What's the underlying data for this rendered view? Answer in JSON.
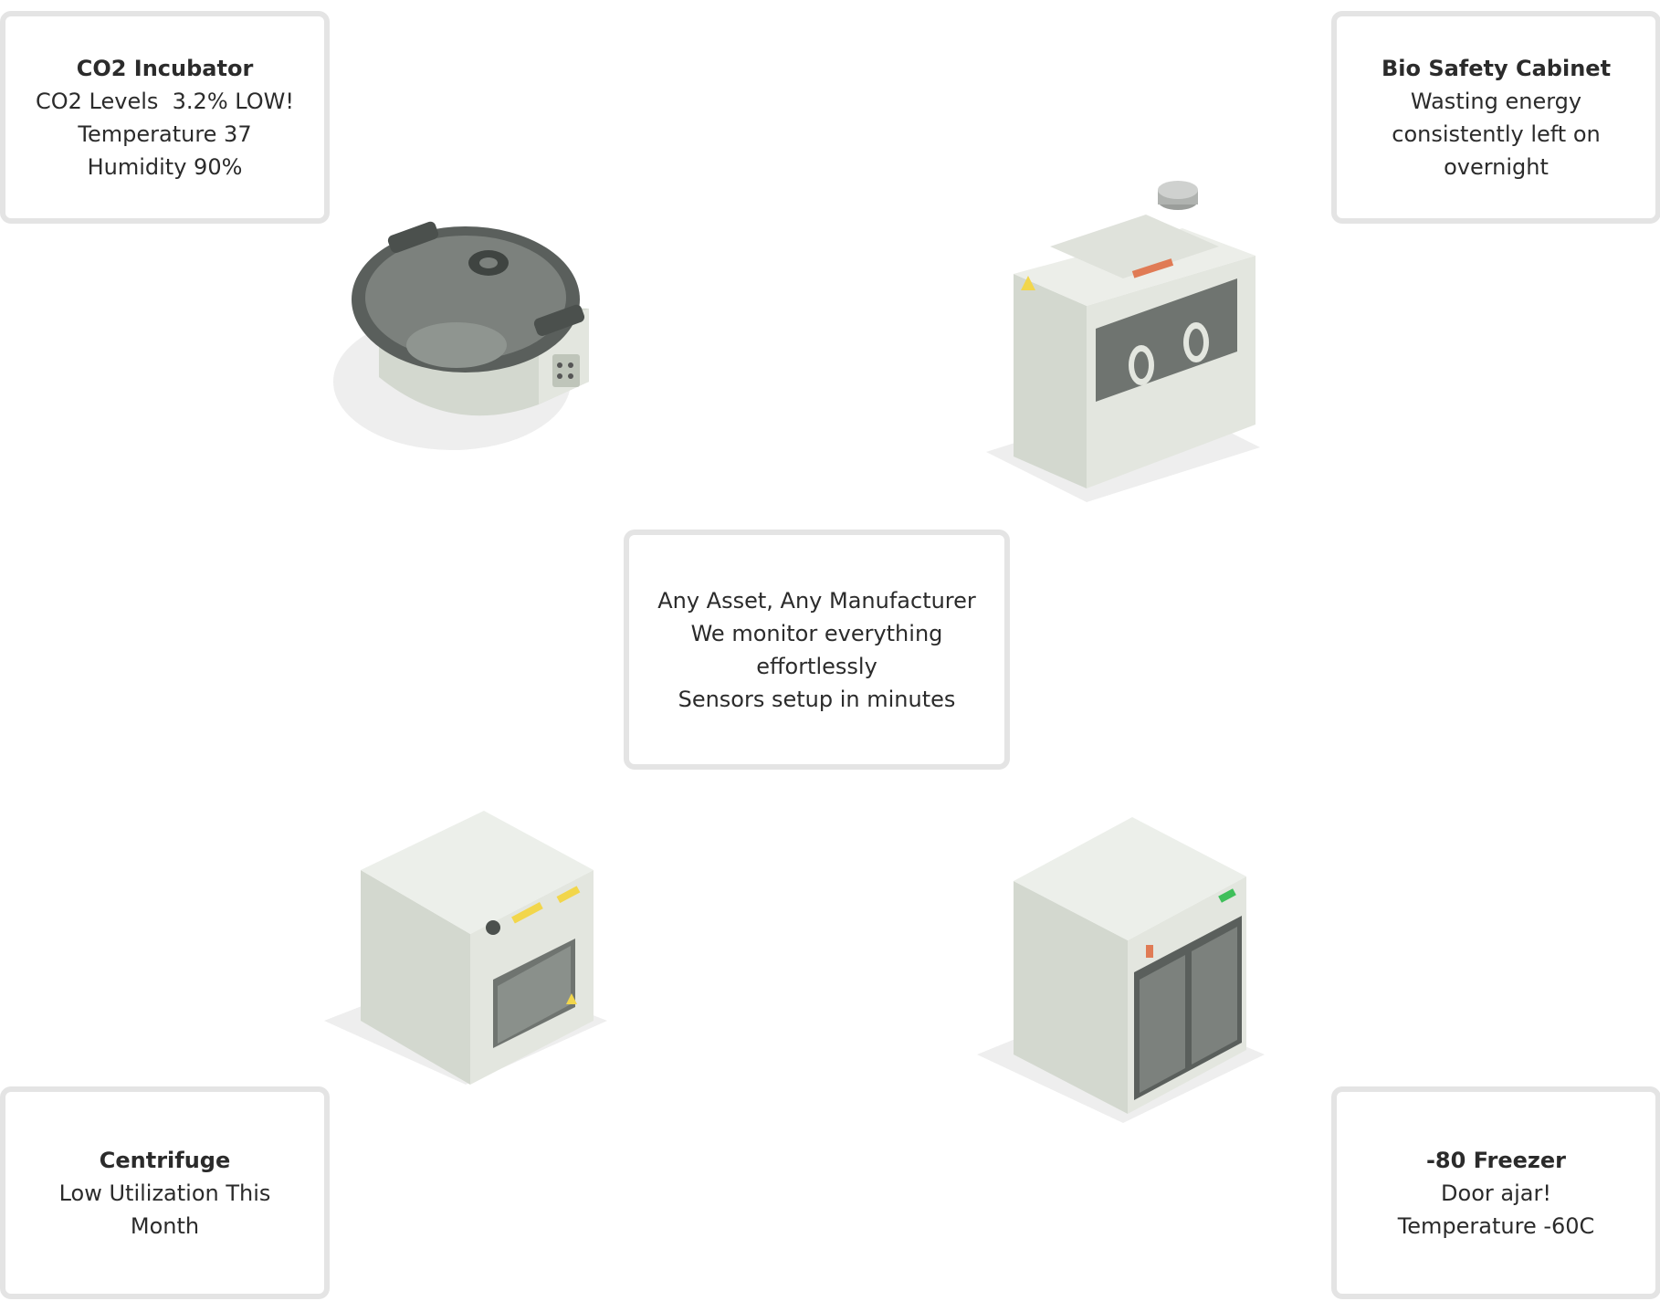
{
  "cards": {
    "co2": {
      "title": "CO2 Incubator",
      "lines": [
        "CO2 Levels  3.2% LOW!",
        "Temperature 37",
        "Humidity 90%"
      ]
    },
    "bsc": {
      "title": "Bio Safety Cabinet",
      "lines": [
        "Wasting energy",
        "consistently left on",
        "overnight"
      ]
    },
    "center": {
      "lines": [
        "Any Asset, Any Manufacturer",
        "We monitor everything",
        "effortlessly",
        "Sensors setup in minutes"
      ]
    },
    "centrifuge": {
      "title": "Centrifuge",
      "lines": [
        "Low Utilization This",
        "Month"
      ]
    },
    "freezer": {
      "title": "-80 Freezer",
      "lines": [
        "Door ajar!",
        "Temperature -60C"
      ]
    }
  },
  "colors": {
    "card_border": "#e4e4e4",
    "body_light": "#e3e6df",
    "body_mid": "#d3d8cf",
    "body_dark": "#bfc5ba",
    "lid_dark": "#5a5f5c",
    "glass": "#6f7470",
    "warning_yellow": "#f2d64b",
    "accent_orange": "#e07b55",
    "display_green": "#3fbf5a",
    "shadow": "#eeeeee"
  }
}
